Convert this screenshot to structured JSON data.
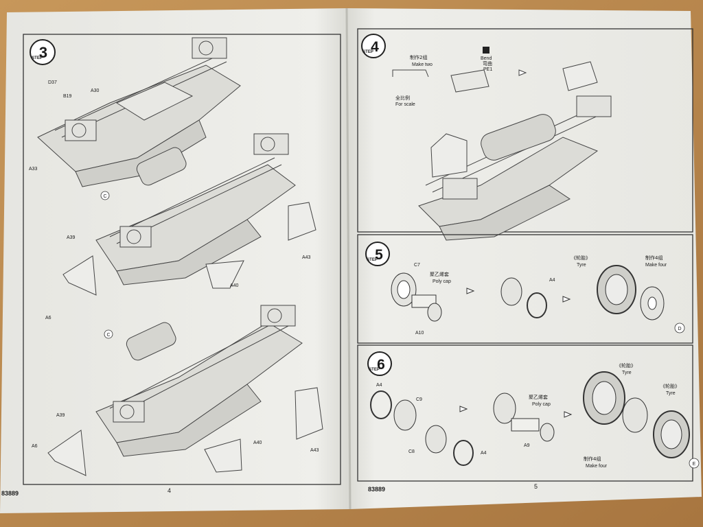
{
  "left_page": {
    "step3": {
      "step_word": "STEP",
      "step_num": "3",
      "callouts": {
        "d37": "D37",
        "b19": "B19",
        "a30": "A30",
        "a33": "A33",
        "c1": "C",
        "c2": "C",
        "a39a": "A39",
        "a39b": "A39",
        "a6a": "A6",
        "a6b": "A6",
        "a40a": "A40",
        "a40b": "A40",
        "a43a": "A43",
        "a43b": "A43"
      }
    },
    "footer": {
      "code": "83889",
      "page_num": "4"
    }
  },
  "right_page": {
    "step4": {
      "step_word": "STEP",
      "step_num": "4",
      "make_two_cn": "制作2组",
      "make_two_en": "Make two",
      "bend_en": "Bend",
      "bend_cn": "弯曲",
      "pe_part": "PE1",
      "full_scale_cn": "全比例",
      "full_scale_en": "For scale"
    },
    "step5": {
      "step_word": "STEP",
      "step_num": "5",
      "c7": "C7",
      "polycap_cn": "聚乙烯套",
      "polycap_en": "Poly cap",
      "a10": "A10",
      "a4": "A4",
      "tyre_cn": "《轮胎》",
      "tyre_en": "Tyre",
      "make_four_cn": "制作4组",
      "make_four_en": "Make four",
      "marker": "D"
    },
    "step6": {
      "step_word": "STEP",
      "step_num": "6",
      "a4a": "A4",
      "c9": "C9",
      "c8": "C8",
      "a4b": "A4",
      "polycap_cn": "聚乙烯套",
      "polycap_en": "Poly cap",
      "a9": "A9",
      "tyre1_cn": "《轮胎》",
      "tyre1_en": "Tyre",
      "tyre2_cn": "《轮胎》",
      "tyre2_en": "Tyre",
      "make_four_cn": "制作4组",
      "make_four_en": "Make four",
      "marker": "E"
    },
    "footer": {
      "code": "83889",
      "page_num": "5"
    }
  }
}
